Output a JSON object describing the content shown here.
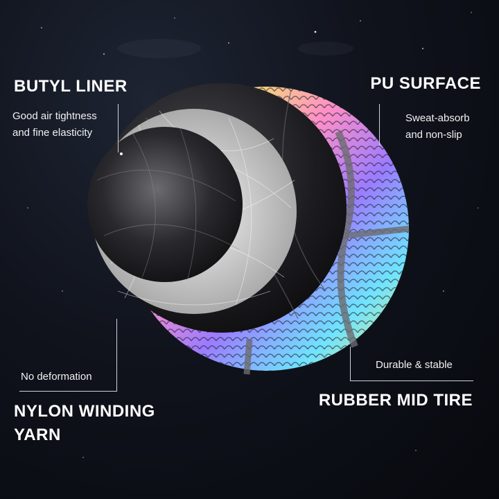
{
  "labels": {
    "butyl_liner": {
      "title": "BUTYL LINER",
      "desc1": "Good air tightness",
      "desc2": "and fine elasticity"
    },
    "pu_surface": {
      "title": "PU SURFACE",
      "desc1": "Sweat-absorb",
      "desc2": "and non-slip"
    },
    "nylon_winding": {
      "title1": "NYLON WINDING",
      "title2": "YARN",
      "desc": "No deformation"
    },
    "rubber_mid_tire": {
      "title": "RUBBER MID TIRE",
      "desc": "Durable & stable"
    }
  },
  "colors": {
    "background": "#0c0f17",
    "text": "#ffffff",
    "leader_line": "#cfd3da"
  }
}
